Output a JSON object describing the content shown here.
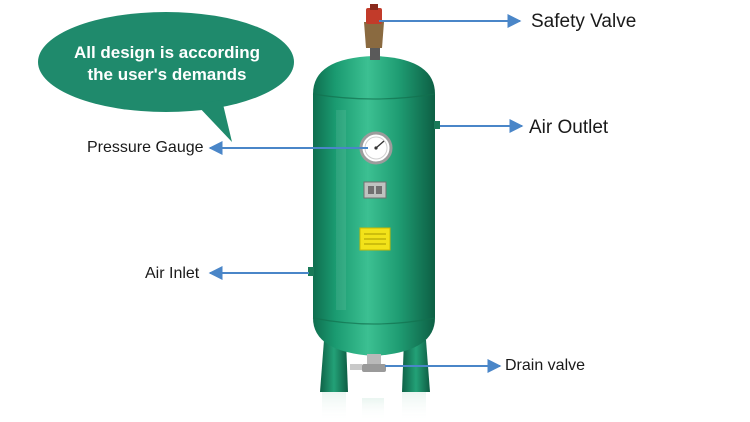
{
  "callout": {
    "line1": "All design is according",
    "line2": "the user's demands"
  },
  "labels": {
    "safety_valve": "Safety Valve",
    "air_outlet": "Air Outlet",
    "pressure_gauge": "Pressure Gauge",
    "air_inlet": "Air Inlet",
    "drain_valve": "Drain valve"
  },
  "colors": {
    "tank_green": "#1e9a72",
    "bubble_green": "#1f8a6c",
    "arrow_blue": "#4a86c8"
  }
}
